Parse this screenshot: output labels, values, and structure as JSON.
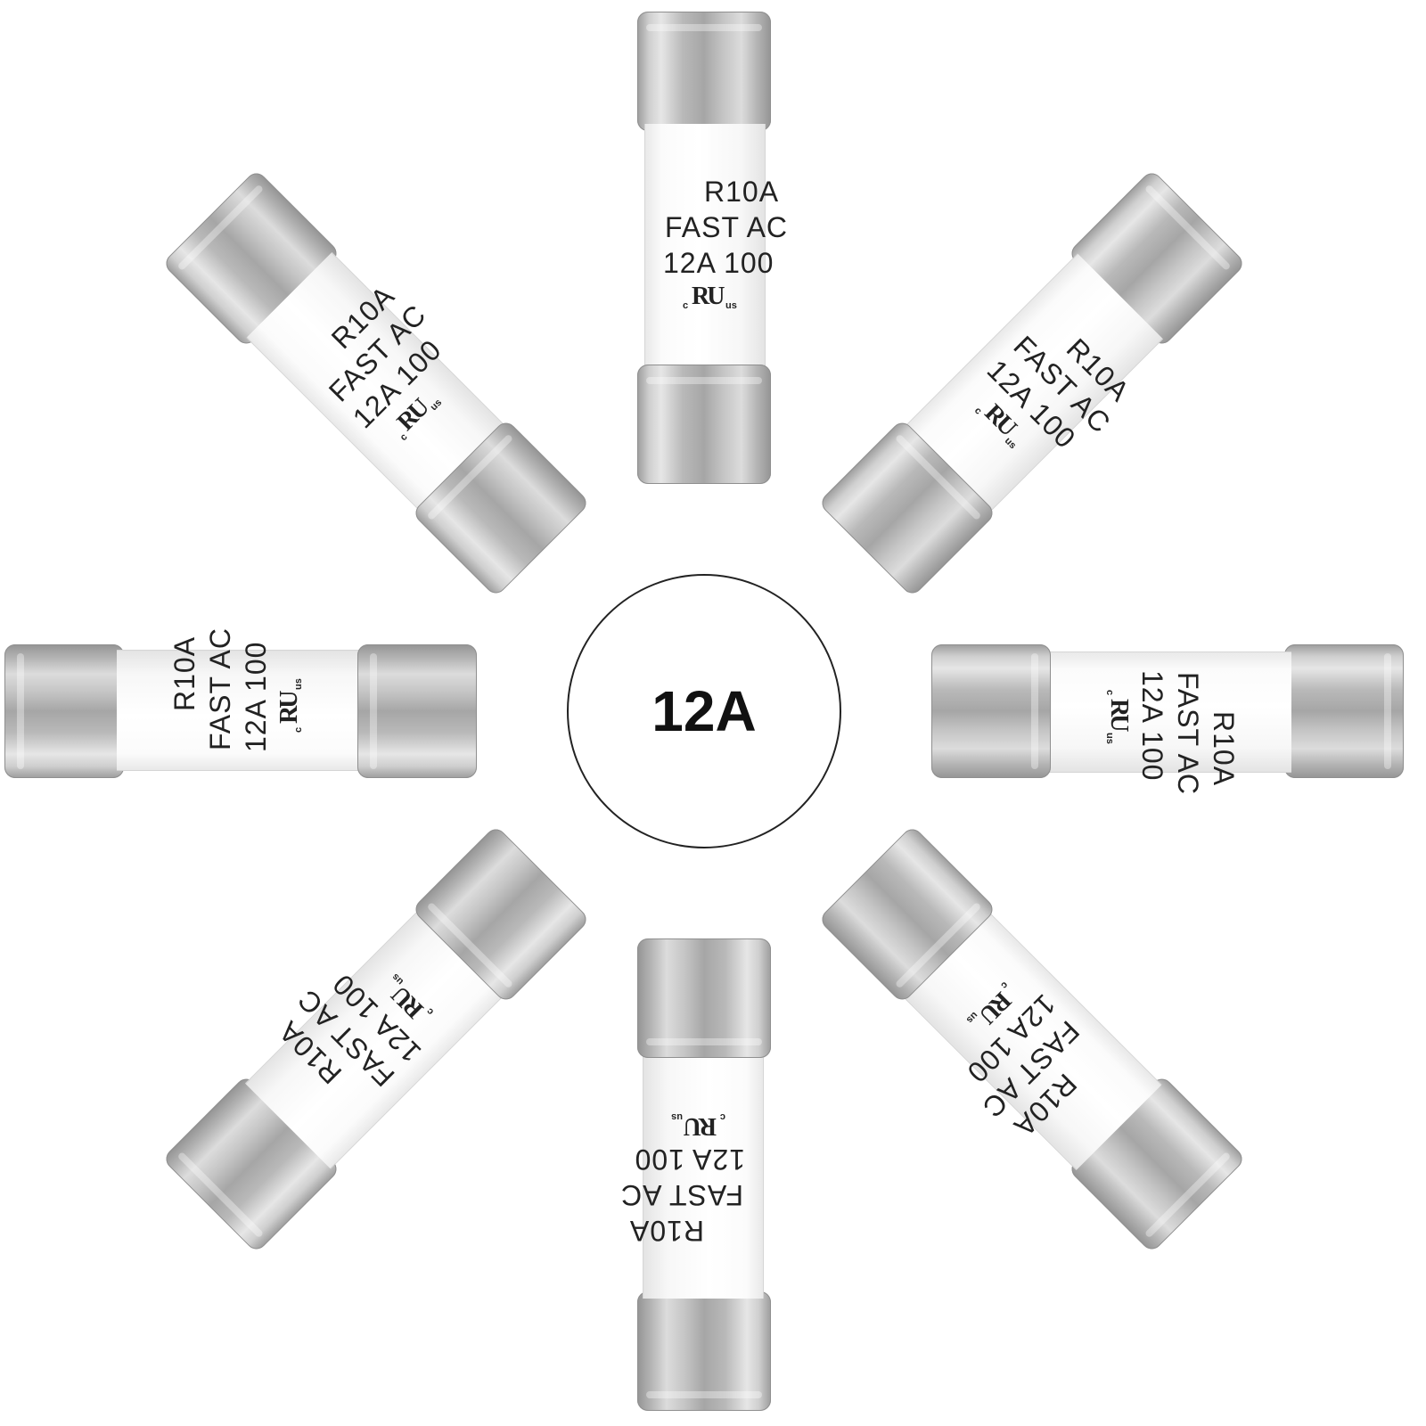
{
  "product": {
    "rating_badge": "12A",
    "fuse_label": {
      "line1": "R10A",
      "line2": "FAST AC",
      "line3": "12A 100",
      "cert_c": "c",
      "cert_mark": "RU",
      "cert_us": "us"
    }
  },
  "colors": {
    "background": "#ffffff",
    "cap_metal": "#b5b5b5",
    "ceramic_body": "#f8f8f8",
    "text": "#222222"
  }
}
